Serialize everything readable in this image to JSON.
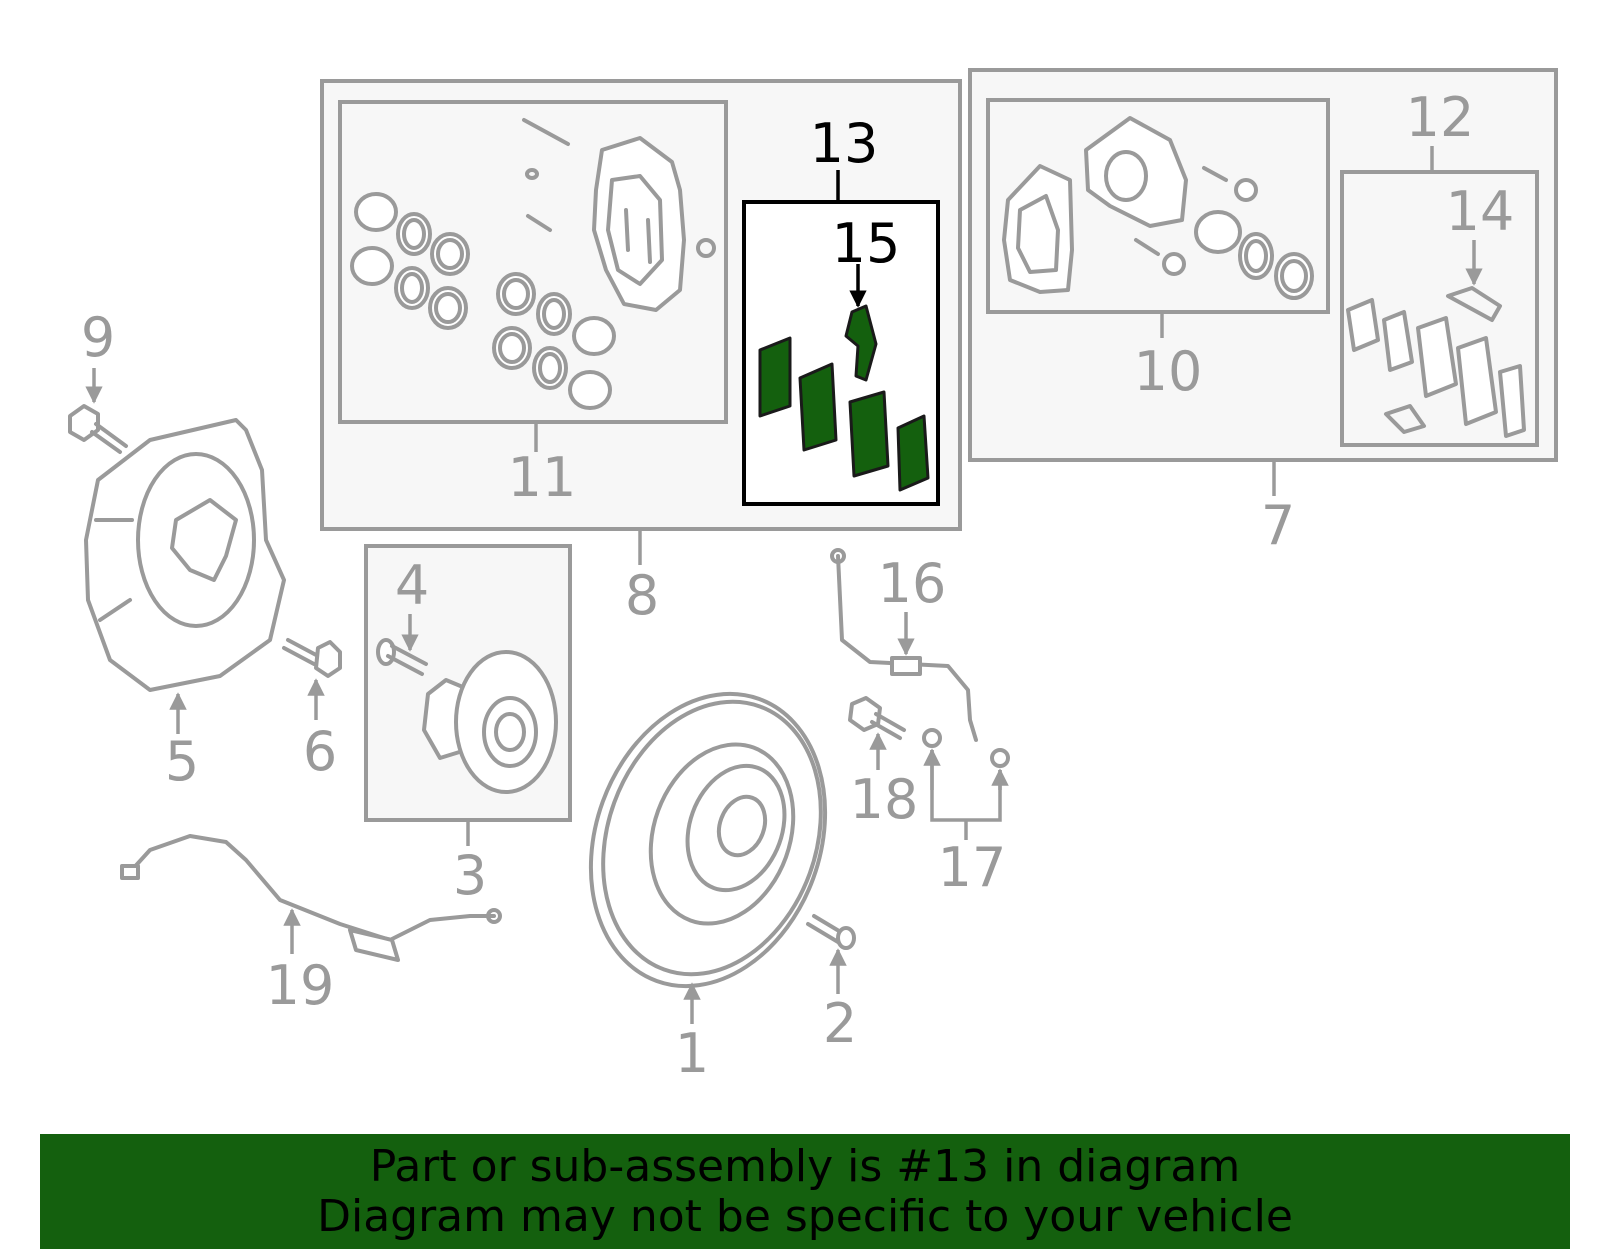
{
  "diagram": {
    "highlight_color": "#14600e",
    "callouts": {
      "c1": "1",
      "c2": "2",
      "c3": "3",
      "c4": "4",
      "c5": "5",
      "c6": "6",
      "c7": "7",
      "c8": "8",
      "c9": "9",
      "c10": "10",
      "c11": "11",
      "c12": "12",
      "c13": "13",
      "c14": "14",
      "c15": "15",
      "c16": "16",
      "c17": "17",
      "c18": "18",
      "c19": "19"
    },
    "highlighted_callout": "13"
  },
  "banner": {
    "line1": "Part or sub-assembly is #13 in diagram",
    "line2": "Diagram may not be specific to your vehicle"
  }
}
